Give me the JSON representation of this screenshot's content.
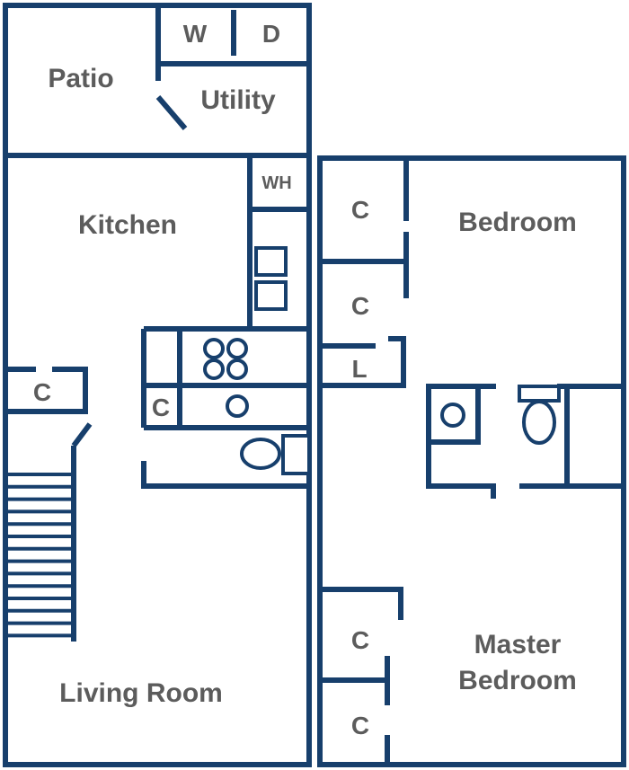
{
  "colors": {
    "wall": "#173f6c",
    "label": "#5c5c5c",
    "background": "#ffffff"
  },
  "rooms": {
    "patio": "Patio",
    "washer": "W",
    "dryer": "D",
    "utility": "Utility",
    "water_heater": "WH",
    "kitchen": "Kitchen",
    "kitchen_closet": "C",
    "stair_closet": "C",
    "living_room": "Living Room",
    "bedroom": "Bedroom",
    "bedroom_closet": "C",
    "hall_closet": "C",
    "linen": "L",
    "master_bedroom_line1": "Master",
    "master_bedroom_line2": "Bedroom",
    "master_closet_1": "C",
    "master_closet_2": "C"
  }
}
